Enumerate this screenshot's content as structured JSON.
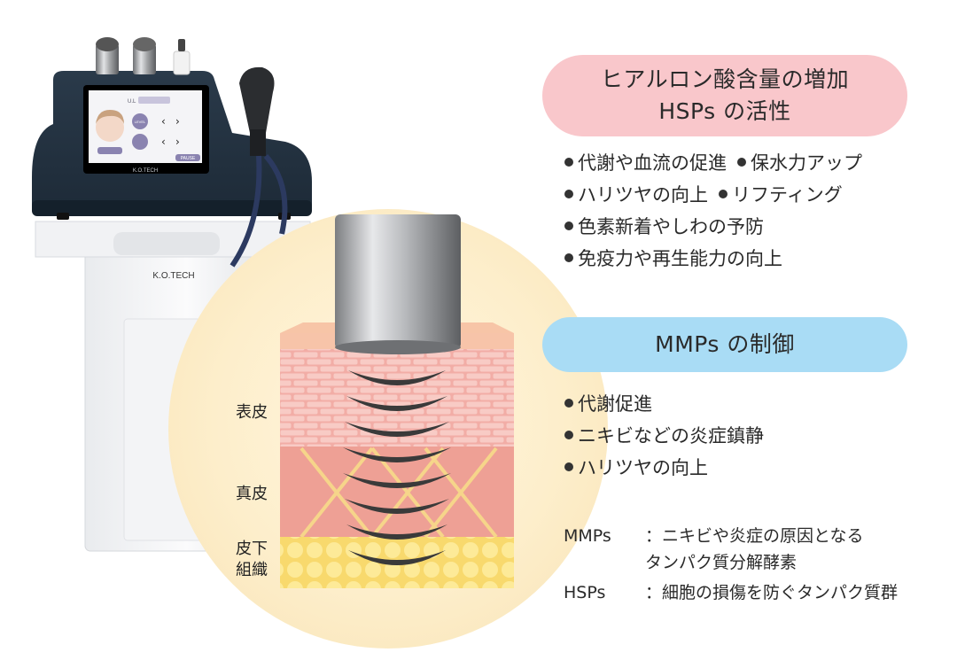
{
  "device": {
    "screen_brand": "K.O.TECH",
    "body_brand": "K.O.TECH",
    "level_label": "LEVEL",
    "pause_label": "PAUSE",
    "header_label": "U.L"
  },
  "skin": {
    "labels": {
      "epidermis": "表皮",
      "dermis": "真皮",
      "subcutaneous_line1": "皮下",
      "subcutaneous_line2": "組織"
    }
  },
  "benefits": {
    "title_line1": "ヒアルロン酸含量の増加",
    "title_line2": "HSPs の活性",
    "items": [
      {
        "text": "代謝や血流の促進",
        "extra": "保水力アップ"
      },
      {
        "text": "ハリツヤの向上",
        "extra": "リフティング"
      },
      {
        "text": "色素新着やしわの予防"
      },
      {
        "text": "免疫力や再生能力の向上"
      }
    ]
  },
  "mmps": {
    "title": "MMPs の制御",
    "items": [
      {
        "text": "代謝促進"
      },
      {
        "text": "ニキビなどの炎症鎮静"
      },
      {
        "text": "ハリツヤの向上"
      }
    ]
  },
  "definitions": [
    {
      "term": "MMPs",
      "sep": "：",
      "line1": "ニキビや炎症の原因となる",
      "line2": "タンパク質分解酵素"
    },
    {
      "term": "HSPs",
      "sep": "：",
      "line1": "細胞の損傷を防ぐタンパク質群"
    }
  ],
  "colors": {
    "pink_pill": "#f9c7cb",
    "blue_pill": "#a9dcf5",
    "glow": "#fdeecb",
    "epidermis": "#f5b7ae",
    "dermis": "#f0a095",
    "fat": "#fbe58a",
    "arc": "#3a3a3a"
  }
}
